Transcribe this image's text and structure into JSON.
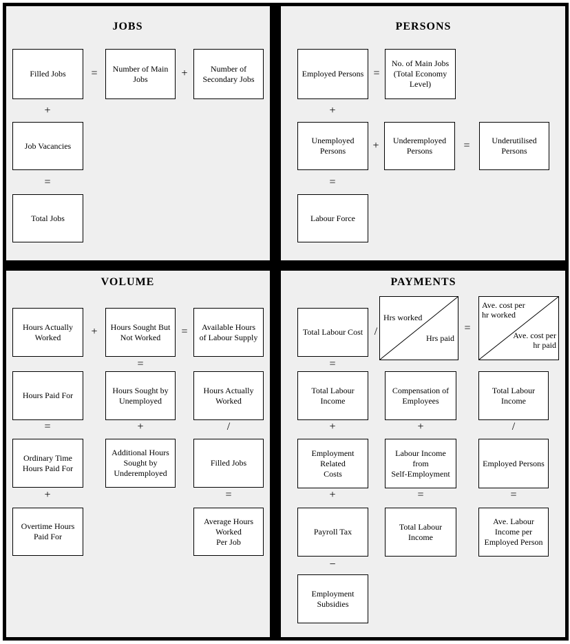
{
  "diagram": {
    "ops": {
      "plus": "+",
      "equals": "=",
      "divide": "/",
      "minus": "−"
    },
    "jobs": {
      "title": "JOBS",
      "filled_jobs": "Filled Jobs",
      "number_of_main_jobs": "Number of Main\nJobs",
      "number_of_secondary_jobs": "Number of\nSecondary Jobs",
      "job_vacancies": "Job Vacancies",
      "total_jobs": "Total Jobs"
    },
    "persons": {
      "title": "PERSONS",
      "employed_persons": "Employed Persons",
      "no_of_main_jobs": "No. of Main Jobs\n(Total Economy\nLevel)",
      "unemployed_persons": "Unemployed\nPersons",
      "underemployed_persons": "Underemployed\nPersons",
      "underutilised_persons": "Underutilised\nPersons",
      "labour_force": "Labour Force"
    },
    "volume": {
      "title": "VOLUME",
      "hours_actually_worked": "Hours Actually\nWorked",
      "hours_sought_but_not_worked": "Hours Sought But\nNot Worked",
      "available_hours_of_labour_supply": "Available Hours\nof Labour Supply",
      "hours_paid_for": "Hours Paid For",
      "hours_sought_by_unemployed": "Hours Sought by\nUnemployed",
      "hours_actually_worked_2": "Hours Actually\nWorked",
      "ordinary_time_hours_paid_for": "Ordinary Time\nHours Paid For",
      "additional_hours_sought_by_underemployed": "Additional Hours\nSought by\nUnderemployed",
      "filled_jobs": "Filled Jobs",
      "overtime_hours_paid_for": "Overtime Hours\nPaid For",
      "average_hours_worked_per_job": "Average Hours\nWorked\nPer Job"
    },
    "payments": {
      "title": "PAYMENTS",
      "total_labour_cost": "Total Labour Cost",
      "hrs_worked": "Hrs worked",
      "hrs_paid": "Hrs paid",
      "ave_cost_per_hr_worked": "Ave. cost per\nhr worked",
      "ave_cost_per_hr_paid": "Ave. cost per\nhr paid",
      "total_labour_income_1": "Total Labour\nIncome",
      "compensation_of_employees": "Compensation of\nEmployees",
      "total_labour_income_right": "Total Labour\nIncome",
      "employment_related_costs": "Employment\nRelated\nCosts",
      "labour_income_from_self_employment": "Labour Income\nfrom\nSelf-Employment",
      "employed_persons": "Employed Persons",
      "payroll_tax": "Payroll Tax",
      "total_labour_income_2": "Total Labour\nIncome",
      "ave_labour_income_per_employed_person": "Ave. Labour\nIncome per\nEmployed Person",
      "employment_subsidies": "Employment\nSubsidies"
    }
  }
}
